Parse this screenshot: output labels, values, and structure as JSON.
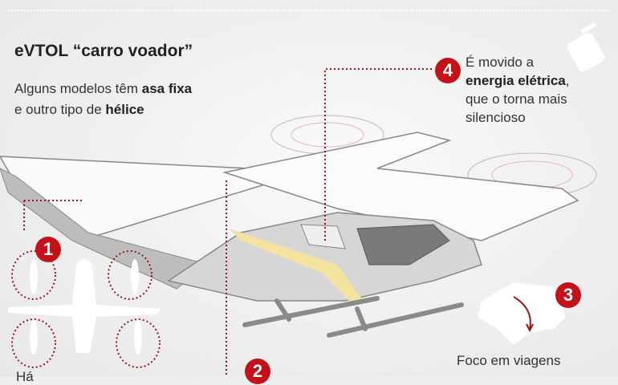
{
  "title": "eVTOL “carro voador”",
  "subtitle": {
    "p1": "Alguns modelos têm ",
    "b1": "asa fixa",
    "p2": "e outro tipo de ",
    "b2": "hélice"
  },
  "callouts": [
    {
      "number": "1",
      "text_partial": "Há"
    },
    {
      "number": "2"
    },
    {
      "number": "3",
      "text": "Foco em viagens"
    },
    {
      "number": "4",
      "p1": "É movido a",
      "b1": "energia elétrica",
      "p2": ",",
      "p3": "que o torna mais",
      "p4": "silencioso"
    }
  ],
  "colors": {
    "accent": "#c4121a",
    "stripe": "#f3e2a0",
    "body": "#d6d6d6"
  },
  "icons": [
    "plug-icon",
    "double-arrow-icon",
    "map-shape"
  ]
}
